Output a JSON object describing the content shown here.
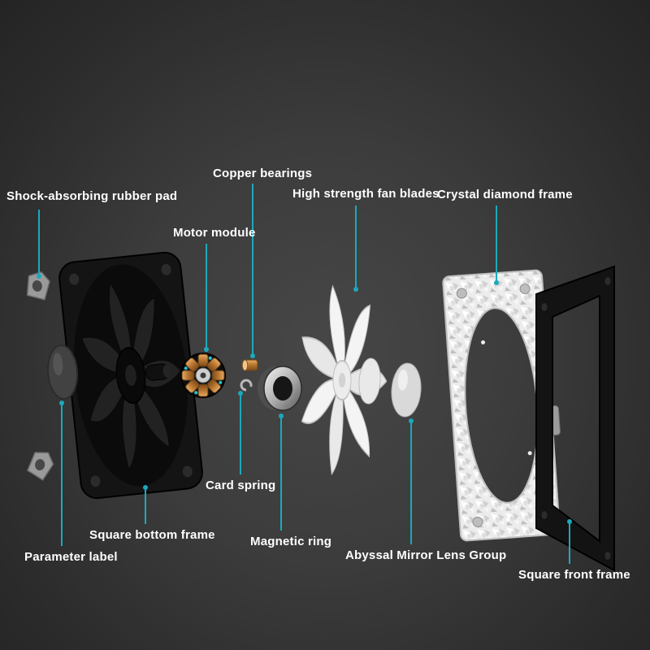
{
  "colors": {
    "background": "#3c3c3c",
    "leader_line": "#1ba9bb",
    "label_text": "#ffffff",
    "copper": "#b5732e",
    "teal_led": "#22c4da"
  },
  "labels": {
    "rubber_pad": "Shock-absorbing rubber pad",
    "copper_bearings": "Copper bearings",
    "motor_module": "Motor module",
    "fan_blades": "High strength fan blades",
    "crystal_frame": "Crystal diamond frame",
    "card_spring": "Card spring",
    "bottom_frame": "Square bottom frame",
    "parameter_label": "Parameter label",
    "magnetic_ring": "Magnetic ring",
    "lens_group": "Abyssal Mirror Lens Group",
    "front_frame": "Square front frame"
  }
}
